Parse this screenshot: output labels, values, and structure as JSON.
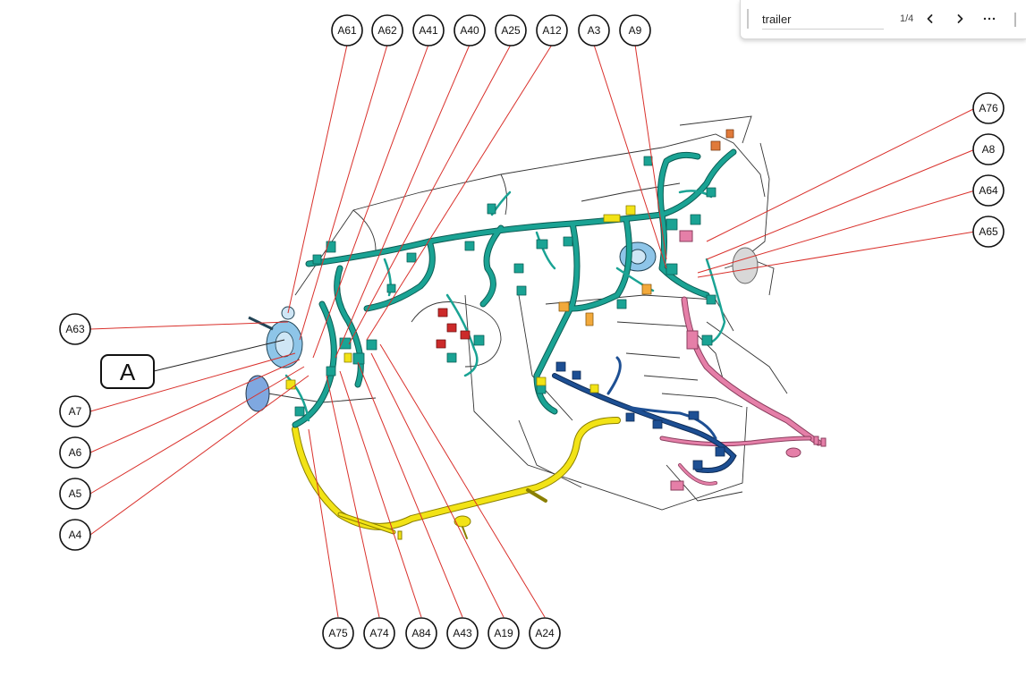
{
  "find_bar": {
    "query": "trailer",
    "match_count": "1/4",
    "prev_icon": "chevron-left-icon",
    "next_icon": "chevron-right-icon",
    "more_icon": "more-horizontal-icon"
  },
  "diagram": {
    "view_label": "A",
    "callouts_top": [
      "A61",
      "A62",
      "A41",
      "A40",
      "A25",
      "A12",
      "A3",
      "A9"
    ],
    "callouts_right": [
      "A76",
      "A8",
      "A64",
      "A65"
    ],
    "callouts_left": [
      "A63",
      "A7",
      "A6",
      "A5",
      "A4"
    ],
    "callouts_bottom": [
      "A75",
      "A74",
      "A84",
      "A43",
      "A19",
      "A24"
    ],
    "colors": {
      "main_harness": "#1aa394",
      "floor_harness": "#f2e316",
      "rear_harness": "#e57fa8",
      "console_harness": "#1d4f93",
      "leader_line": "#d9302b",
      "steering_column": "#8ec5e8",
      "connector_red": "#cc2a2a",
      "connector_orange": "#f2a93b"
    }
  }
}
